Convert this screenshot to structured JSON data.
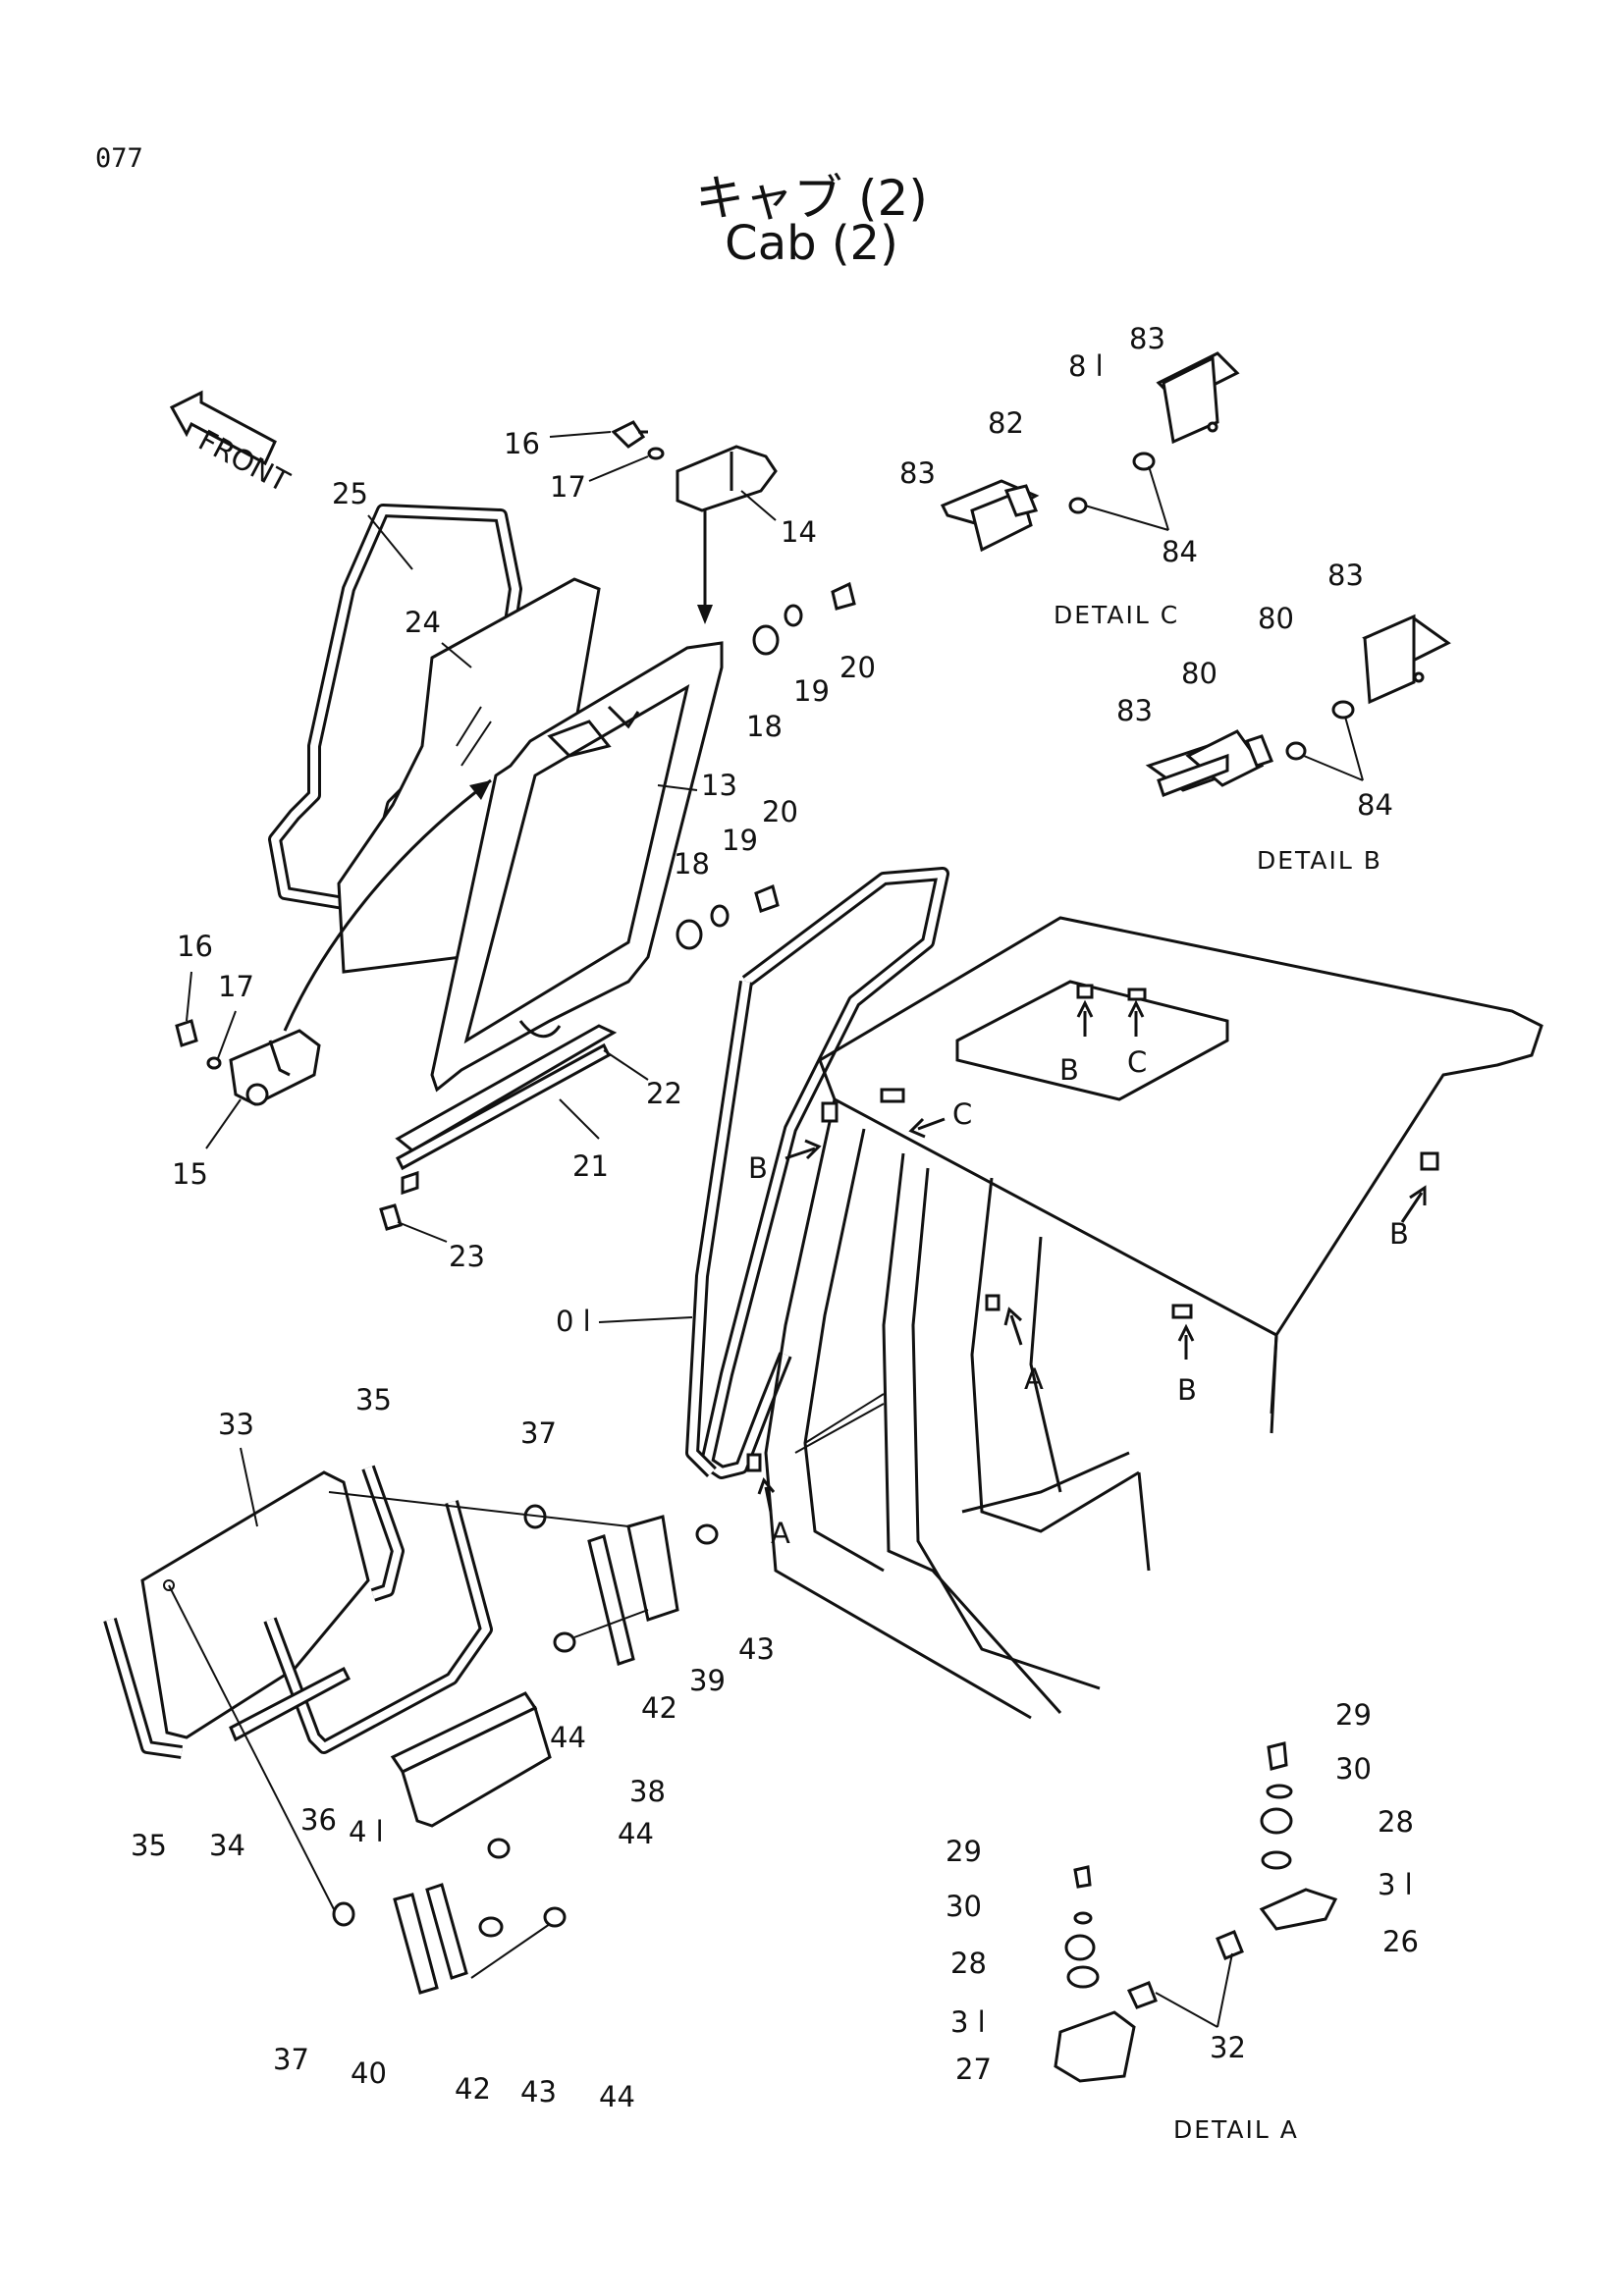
{
  "page_number": "077",
  "title_jp": "キャブ (2)",
  "title_en": "Cab (2)",
  "front_label": "FRONT",
  "details": [
    "DETAIL C",
    "DETAIL B",
    "DETAIL A"
  ],
  "view_letters": [
    "A",
    "B",
    "C"
  ],
  "callouts": [
    "01",
    "13",
    "14",
    "15",
    "16",
    "17",
    "18",
    "19",
    "20",
    "21",
    "22",
    "23",
    "24",
    "25",
    "26",
    "27",
    "28",
    "29",
    "30",
    "31",
    "32",
    "33",
    "34",
    "35",
    "36",
    "37",
    "38",
    "39",
    "40",
    "41",
    "42",
    "43",
    "44",
    "80",
    "81",
    "82",
    "83",
    "84"
  ]
}
